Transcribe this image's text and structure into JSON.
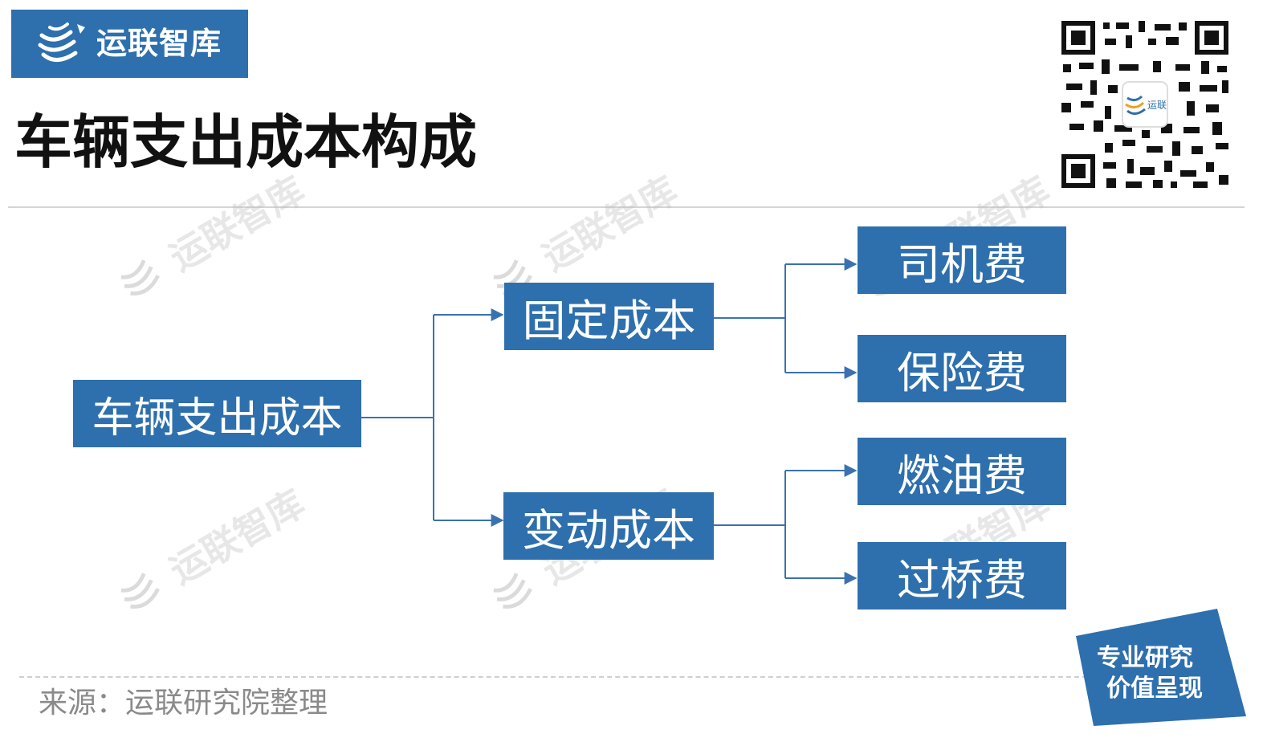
{
  "brand": {
    "name": "运联智库"
  },
  "page": {
    "title": "车辆支出成本构成"
  },
  "qr": {
    "caption": "运联"
  },
  "watermark": {
    "text": "运联智库"
  },
  "diagram": {
    "root": "车辆支出成本",
    "fixed": {
      "label": "固定成本",
      "children": [
        "司机费",
        "保险费"
      ]
    },
    "variable": {
      "label": "变动成本",
      "children": [
        "燃油费",
        "过桥费"
      ]
    }
  },
  "footer": {
    "source": "来源：运联研究院整理"
  },
  "badge": {
    "line1": "专业研究",
    "line2": "价值呈现"
  },
  "colors": {
    "primary": "#2e6fad",
    "connector": "#3a72b0"
  }
}
